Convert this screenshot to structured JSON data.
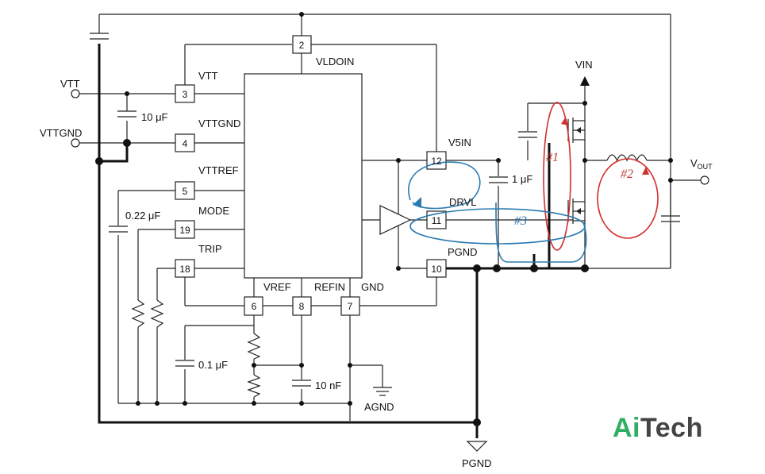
{
  "pins": {
    "p2": "2",
    "p3": "3",
    "p4": "4",
    "p5": "5",
    "p19": "19",
    "p18": "18",
    "p6": "6",
    "p8": "8",
    "p7": "7",
    "p12": "12",
    "p11": "11",
    "p10": "10"
  },
  "signals": {
    "vldoin": "VLDOIN",
    "vtt": "VTT",
    "vttgnd": "VTTGND",
    "vttref": "VTTREF",
    "mode": "MODE",
    "trip": "TRIP",
    "vref": "VREF",
    "refin": "REFIN",
    "gnd": "GND",
    "v5in": "V5IN",
    "drvl": "DRVL",
    "pgnd_pin": "PGND"
  },
  "external": {
    "vtt_in": "VTT",
    "vttgnd_in": "VTTGND",
    "vin": "VIN",
    "vout": "V",
    "vout_sub": "OUT",
    "agnd": "AGND",
    "pgnd": "PGND"
  },
  "components": {
    "c_10uf": "10 μF",
    "c_022uf": "0.22 μF",
    "c_01uf": "0.1 μF",
    "c_10nf": "10 nF",
    "c_1uf": "1 μF"
  },
  "loops": {
    "l1": "#1",
    "l2": "#2",
    "l3": "#3"
  },
  "colors": {
    "loop1": "#d32f2f",
    "loop3": "#2a7ab0",
    "brand_green": "#2fae63",
    "brand_gray": "#444444"
  },
  "brand": {
    "ai": "Ai",
    "tech": "Tech"
  }
}
